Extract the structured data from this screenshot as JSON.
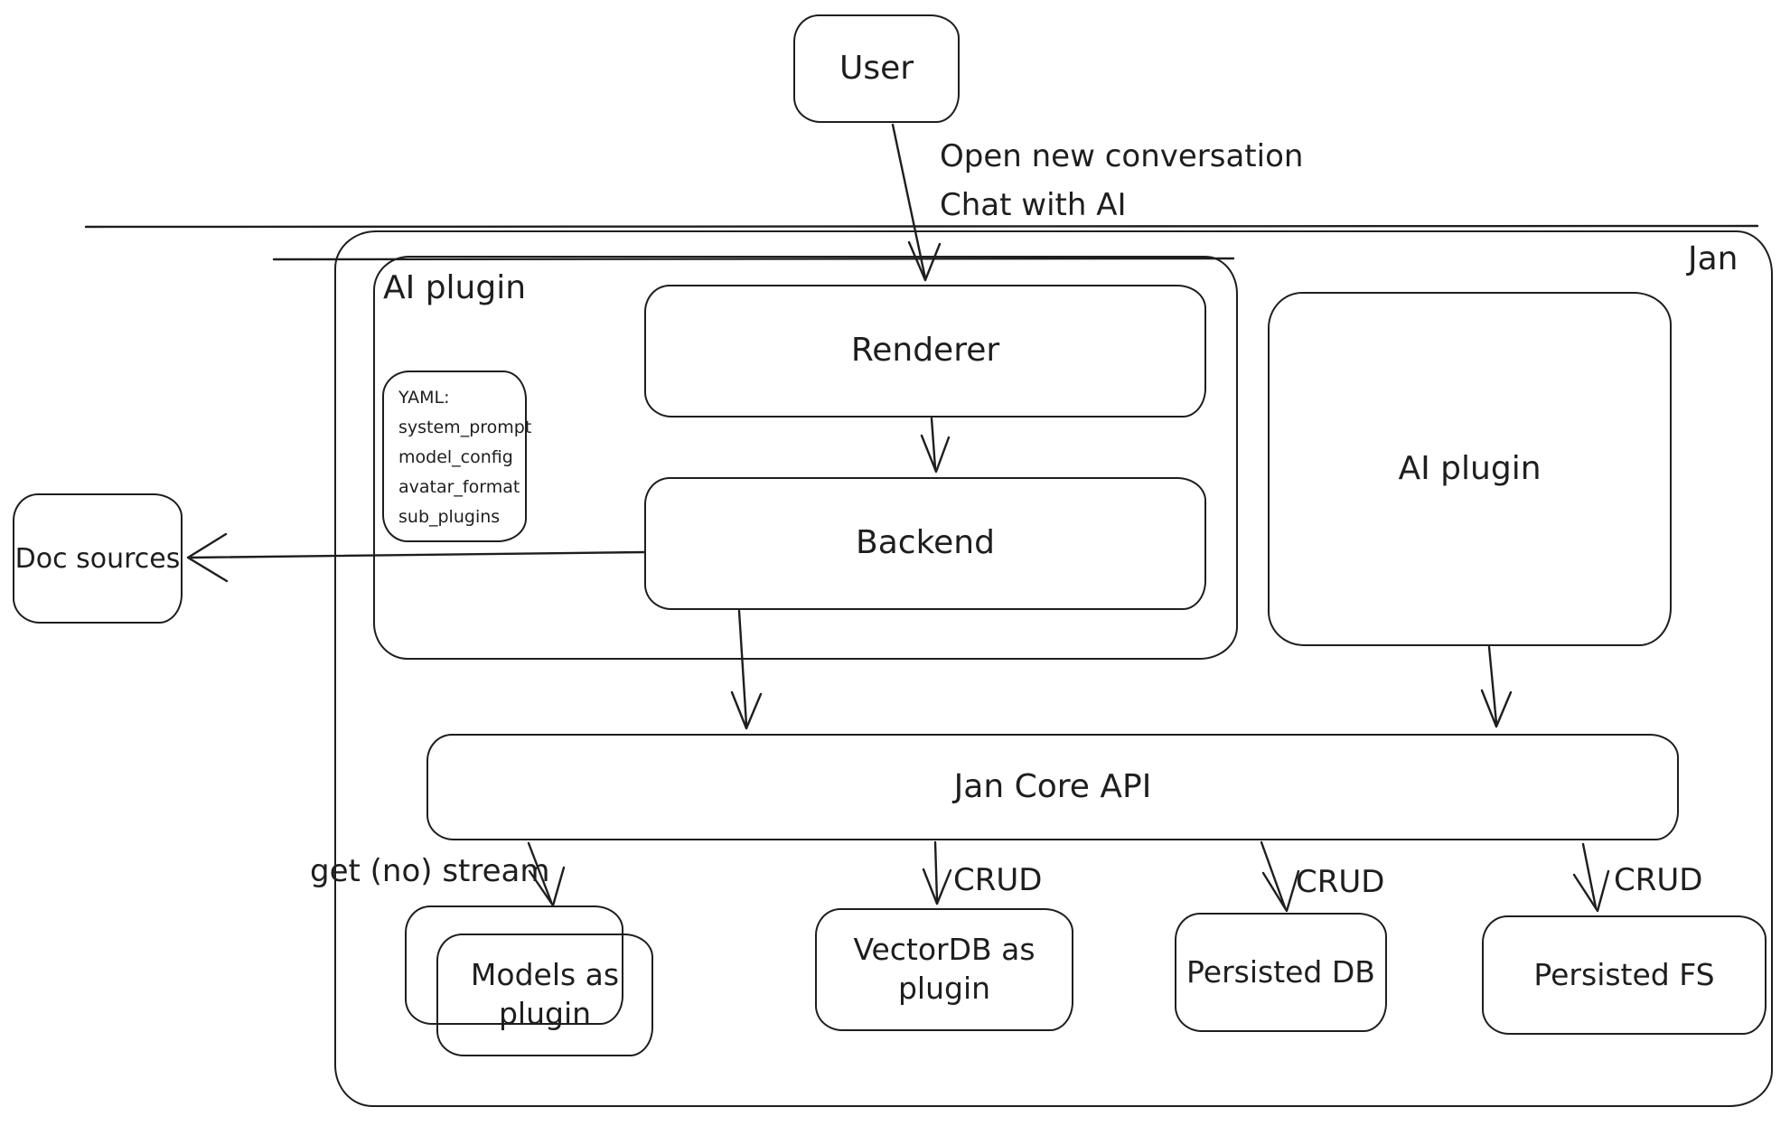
{
  "diagram": {
    "nodes": {
      "user": {
        "label": "User"
      },
      "jan": {
        "label": "Jan"
      },
      "ai_plugin_group": {
        "label": "AI plugin"
      },
      "renderer": {
        "label": "Renderer"
      },
      "backend": {
        "label": "Backend"
      },
      "yaml_note": {
        "lines": [
          "YAML:",
          "system_prompt",
          "model_config",
          "avatar_format",
          "sub_plugins"
        ]
      },
      "ai_plugin_right": {
        "label": "AI plugin"
      },
      "doc_sources": {
        "label": "Doc sources"
      },
      "jan_core_api": {
        "label": "Jan Core API"
      },
      "models_as_plugin": {
        "label": "Models as plugin"
      },
      "vectordb_as_plugin": {
        "label": "VectorDB as plugin"
      },
      "persisted_db": {
        "label": "Persisted DB"
      },
      "persisted_fs": {
        "label": "Persisted FS"
      }
    },
    "edges": {
      "user_to_renderer": {
        "label_line1": "Open new conversation",
        "label_line2": "Chat with AI"
      },
      "jan_core_to_models": {
        "label": "get (no) stream"
      },
      "jan_core_to_vectordb": {
        "label": "CRUD"
      },
      "jan_core_to_persisted_db": {
        "label": "CRUD"
      },
      "jan_core_to_persisted_fs": {
        "label": "CRUD"
      }
    },
    "colors": {
      "stroke": "#1e1e1e",
      "background": "#ffffff"
    }
  }
}
